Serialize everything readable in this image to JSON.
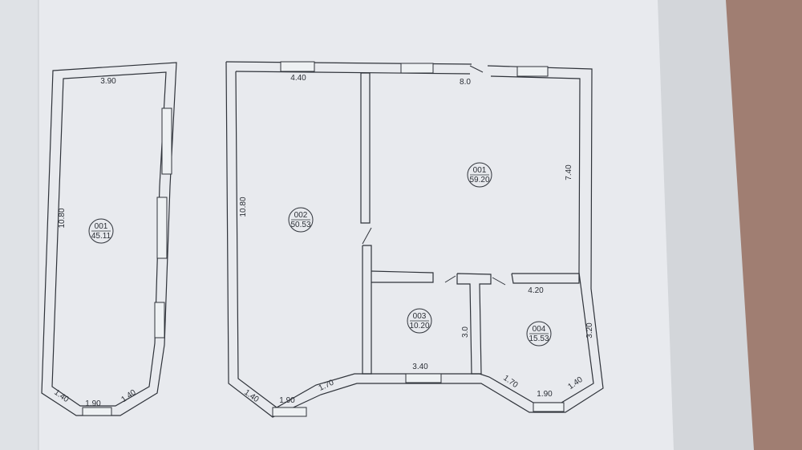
{
  "colors": {
    "paper": "#e9ebee",
    "ink": "#2f333a",
    "table": "#9a8e8a",
    "book_edge": "#c9cacc"
  },
  "plan_left": {
    "rooms": [
      {
        "id": "001",
        "area": "45.11"
      }
    ],
    "dimensions": [
      "3.90",
      "10.80",
      "1.40",
      "1.90",
      "1.40"
    ]
  },
  "plan_right": {
    "rooms": [
      {
        "id": "002",
        "area": "50.53"
      },
      {
        "id": "001",
        "area": "59.20"
      },
      {
        "id": "003",
        "area": "10.20"
      },
      {
        "id": "004",
        "area": "15.53"
      }
    ],
    "dimensions": [
      "4.40",
      "8.0",
      "10.80",
      "7.40",
      "4.20",
      "3.0",
      "3.40",
      "3.20",
      "1.40",
      "1.90",
      "1.70",
      "1.70",
      "1.90",
      "1.40"
    ]
  }
}
